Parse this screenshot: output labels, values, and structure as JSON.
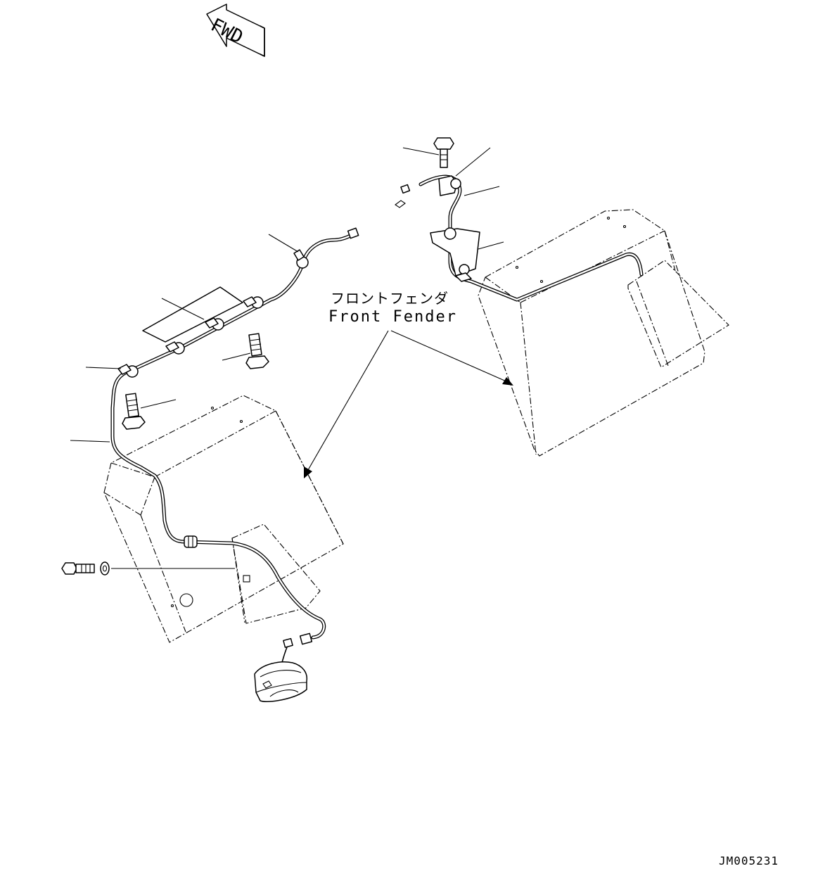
{
  "direction_indicator": {
    "text": "FWD"
  },
  "callout": {
    "japanese": "フロントフェンダ",
    "english": "Front Fender"
  },
  "drawing_id": "JM005231",
  "colors": {
    "ink": "#000000",
    "paper": "#ffffff"
  }
}
